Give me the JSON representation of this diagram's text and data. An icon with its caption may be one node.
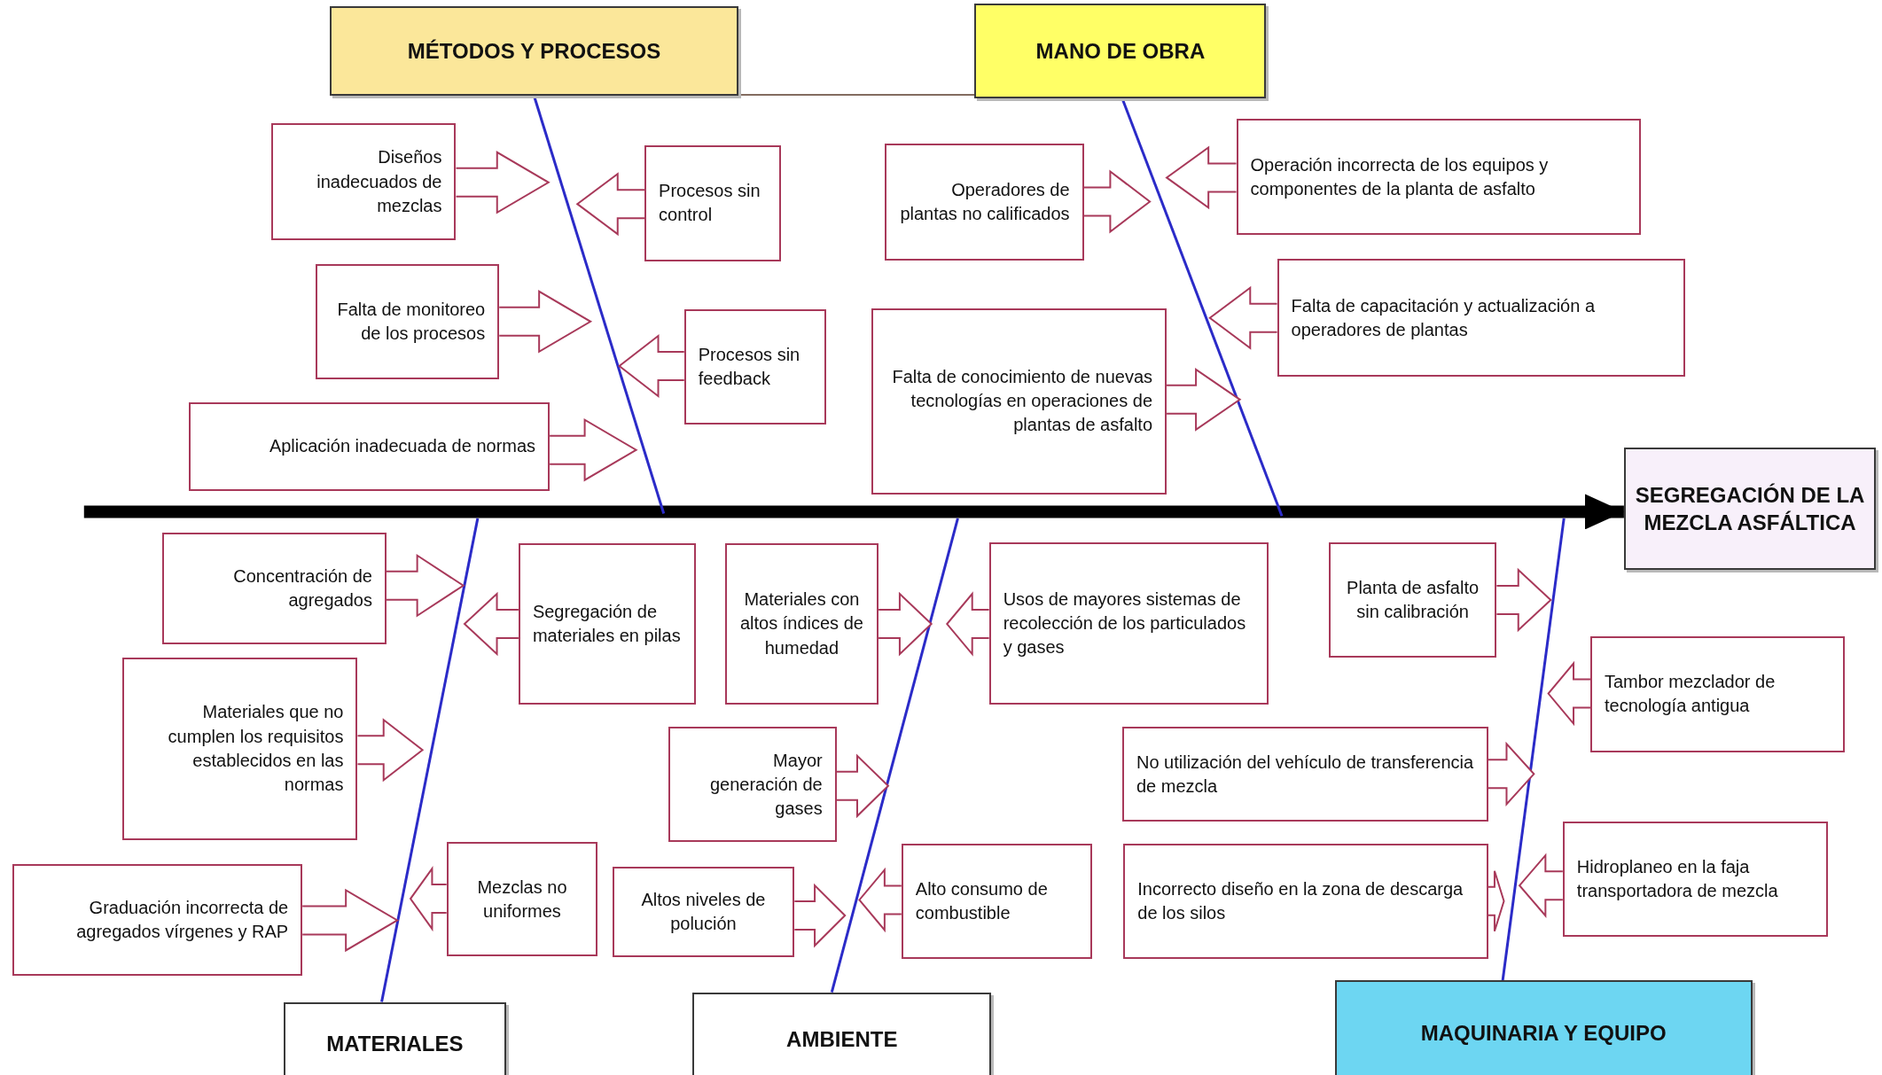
{
  "diagram": {
    "nodes": [
      {
        "text": [
          "MÉTODOS Y PROCESOS"
        ]
      },
      {
        "text": [
          "MANO DE OBRA"
        ]
      },
      {
        "text": [
          "SEGREGACIÓN DE LA MEZCLA ASFÁLTICA"
        ]
      },
      {
        "text": [
          "MATERIALES"
        ]
      },
      {
        "text": [
          "AMBIENTE"
        ]
      },
      {
        "text": [
          "MAQUINARIA Y EQUIPO"
        ]
      },
      {
        "text": [
          "Diseños inadecuados de mezclas"
        ]
      },
      {
        "text": [
          "Procesos sin control"
        ]
      },
      {
        "text": [
          "Falta de monitoreo de los procesos"
        ]
      },
      {
        "text": [
          "Procesos sin feedback"
        ]
      },
      {
        "text": [
          "Aplicación inadecuada de normas"
        ]
      },
      {
        "text": [
          "Operadores de plantas no calificados"
        ]
      },
      {
        "text": [
          "Operación incorrecta de los equipos y componentes de la planta de asfalto"
        ]
      },
      {
        "text": [
          "Falta de conocimiento de nuevas tecnologías en operaciones de plantas de asfalto"
        ]
      },
      {
        "text": [
          "Falta de capacitación y actualización a operadores de plantas"
        ]
      },
      {
        "text": [
          "Concentración de agregados"
        ]
      },
      {
        "text": [
          "Segregación de materiales en pilas"
        ]
      },
      {
        "text": [
          "Materiales que no cumplen los requisitos establecidos en las normas"
        ]
      },
      {
        "text": [
          "Graduación incorrecta de agregados vírgenes y RAP"
        ]
      },
      {
        "text": [
          "Mezclas no uniformes"
        ]
      },
      {
        "text": [
          "Materiales con altos índices de humedad"
        ]
      },
      {
        "text": [
          "Usos de mayores sistemas de recolección de los particulados y gases"
        ]
      },
      {
        "text": [
          "Mayor generación de gases"
        ]
      },
      {
        "text": [
          "Altos niveles de polución"
        ]
      },
      {
        "text": [
          "Alto consumo de combustible"
        ]
      },
      {
        "text": [
          "Planta de asfalto sin calibración"
        ]
      },
      {
        "text": [
          "Tambor mezclador de tecnología antigua"
        ]
      },
      {
        "text": [
          "No utilización del vehículo de transferencia de mezcla"
        ]
      },
      {
        "text": [
          "Incorrecto diseño en la zona de descarga de los silos"
        ]
      },
      {
        "text": [
          "Hidroplaneo en la faja transportadora de mezcla"
        ]
      }
    ],
    "edges": [
      {
        "from": null,
        "to": 2,
        "arrow": "to",
        "style": "thick",
        "color": "#000000"
      },
      {
        "from": 0,
        "to": null,
        "arrow": "none",
        "color": "#2b2bc8"
      },
      {
        "from": 1,
        "to": null,
        "arrow": "none",
        "color": "#2b2bc8"
      },
      {
        "from": 3,
        "to": null,
        "arrow": "none",
        "color": "#2b2bc8"
      },
      {
        "from": 4,
        "to": null,
        "arrow": "none",
        "color": "#2b2bc8"
      },
      {
        "from": 5,
        "to": null,
        "arrow": "none",
        "color": "#2b2bc8"
      },
      {
        "from": 0,
        "to": 1,
        "arrow": "none",
        "color": "#5a3b2b"
      },
      {
        "from": 6,
        "to": null,
        "arrow": "to"
      },
      {
        "from": 7,
        "to": null,
        "arrow": "to"
      },
      {
        "from": 8,
        "to": null,
        "arrow": "to"
      },
      {
        "from": 9,
        "to": null,
        "arrow": "to"
      },
      {
        "from": 10,
        "to": null,
        "arrow": "to"
      },
      {
        "from": 11,
        "to": null,
        "arrow": "to"
      },
      {
        "from": 12,
        "to": null,
        "arrow": "to"
      },
      {
        "from": 13,
        "to": null,
        "arrow": "to"
      },
      {
        "from": 14,
        "to": null,
        "arrow": "to"
      },
      {
        "from": 15,
        "to": null,
        "arrow": "to"
      },
      {
        "from": 16,
        "to": null,
        "arrow": "to"
      },
      {
        "from": 17,
        "to": null,
        "arrow": "to"
      },
      {
        "from": 18,
        "to": null,
        "arrow": "to"
      },
      {
        "from": 19,
        "to": null,
        "arrow": "to"
      },
      {
        "from": 20,
        "to": null,
        "arrow": "to"
      },
      {
        "from": 21,
        "to": null,
        "arrow": "to"
      },
      {
        "from": 22,
        "to": null,
        "arrow": "to"
      },
      {
        "from": 23,
        "to": null,
        "arrow": "to"
      },
      {
        "from": 24,
        "to": null,
        "arrow": "to"
      },
      {
        "from": 25,
        "to": null,
        "arrow": "to"
      },
      {
        "from": 26,
        "to": null,
        "arrow": "to"
      },
      {
        "from": 27,
        "to": null,
        "arrow": "to"
      },
      {
        "from": 28,
        "to": null,
        "arrow": "to"
      },
      {
        "from": 29,
        "to": null,
        "arrow": "to"
      }
    ]
  }
}
